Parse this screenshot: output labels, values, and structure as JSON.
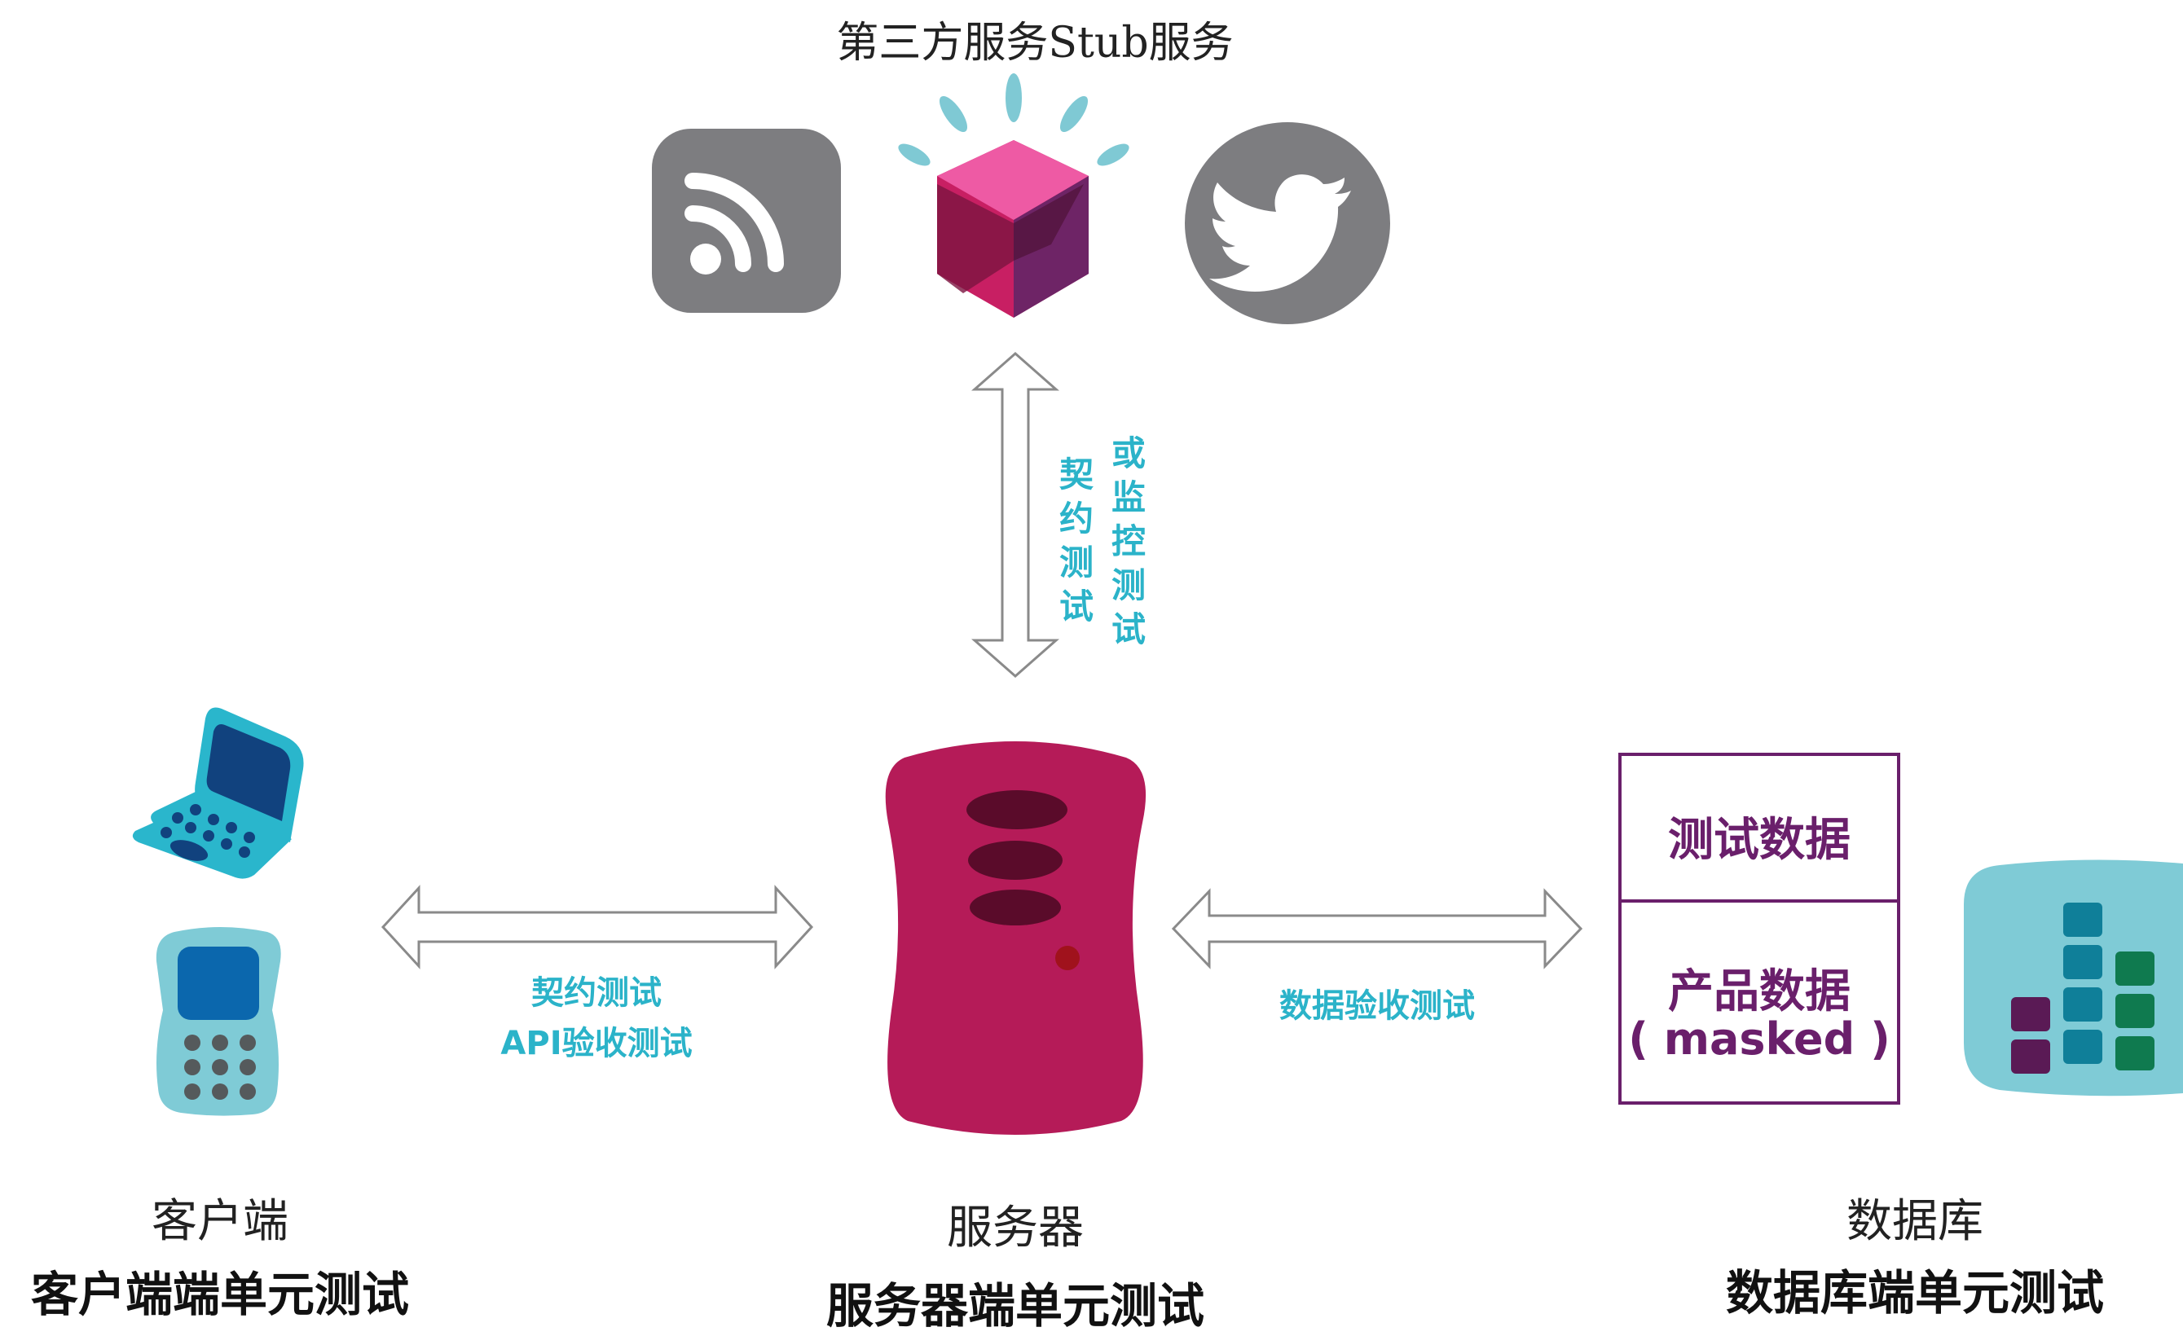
{
  "third_party": {
    "title": "第三方服务Stub服务"
  },
  "contract_vertical": {
    "left_label": "契约测试",
    "right_label": "或监控测试"
  },
  "client_server_arrow": {
    "line1": "契约测试",
    "line2": "API验收测试"
  },
  "server_db_arrow": {
    "label": "数据验收测试"
  },
  "database_box": {
    "top_label": "测试数据",
    "bottom_label": "产品数据",
    "bottom_sub": "( masked )"
  },
  "client": {
    "name": "客户端",
    "test_label": "客户端端单元测试"
  },
  "server": {
    "name": "服务器",
    "test_label": "服务器端单元测试"
  },
  "database": {
    "name": "数据库",
    "test_label": "数据库端单元测试"
  },
  "colors": {
    "teal_text": "#2bb3c9",
    "server_body": "#b51b58",
    "server_slot": "#5a0b2a",
    "db_box_border": "#6a1f6b",
    "icon_gray": "#7d7d80"
  },
  "icons": [
    "rss-icon",
    "cube-icon",
    "twitter-icon",
    "laptop-icon",
    "phone-icon",
    "server-icon",
    "database-icon"
  ]
}
